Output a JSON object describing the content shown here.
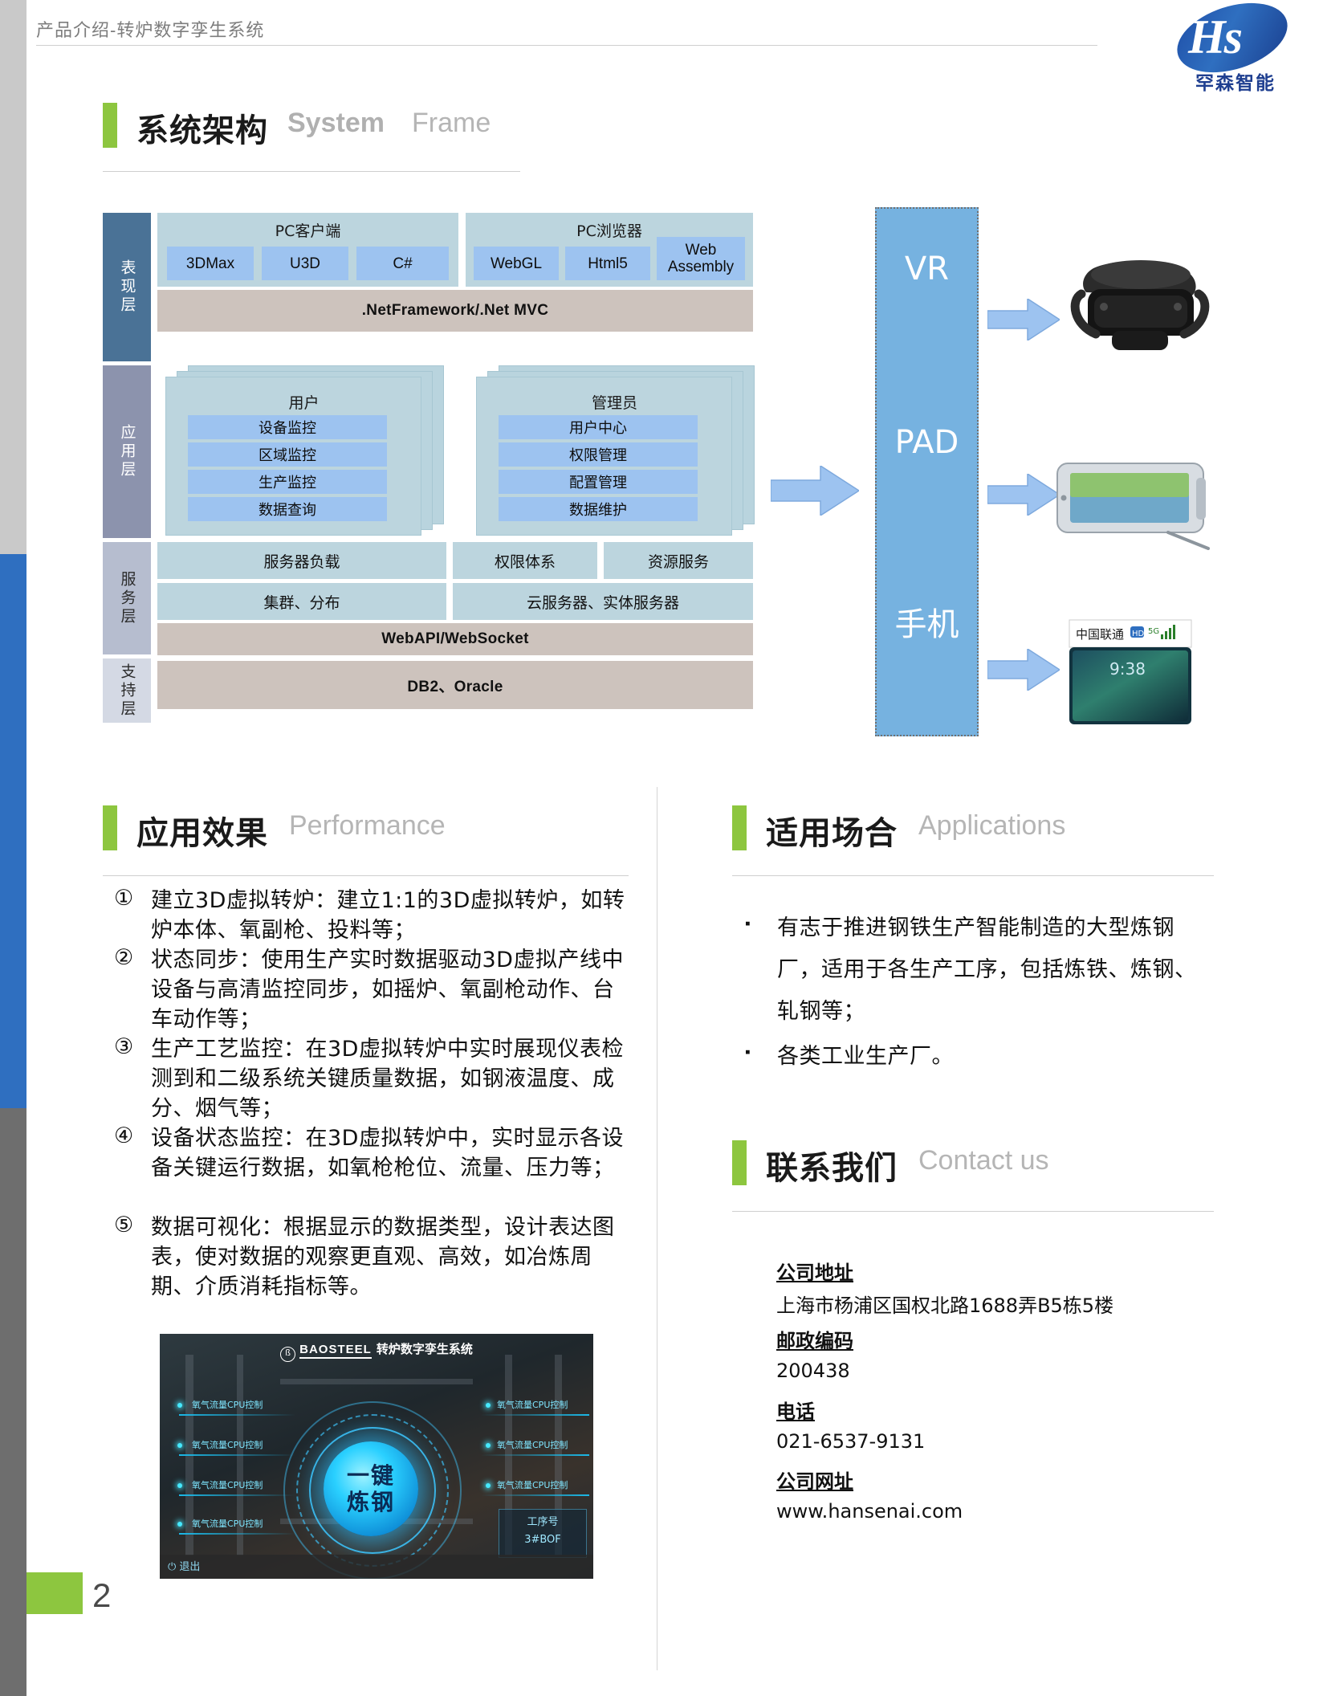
{
  "header": {
    "breadcrumb": "产品介绍-转炉数字孪生系统",
    "logo": {
      "mark": "Hs",
      "company_cn": "罕森智能"
    }
  },
  "sections": {
    "architecture": {
      "cn": "系统架构",
      "en_bold": "System",
      "en_light": "Frame"
    },
    "performance": {
      "cn": "应用效果",
      "en_light": "Performance"
    },
    "applications": {
      "cn": "适用场合",
      "en_light": "Applications"
    },
    "contact": {
      "cn": "联系我们",
      "en_light": "Contact us"
    }
  },
  "architecture": {
    "layers": [
      {
        "id": "presentation",
        "label": "表现层",
        "color": "#4a7296"
      },
      {
        "id": "application",
        "label": "应用层",
        "color": "#8c93ad"
      },
      {
        "id": "service",
        "label": "服务层",
        "color": "#b6bdcf"
      },
      {
        "id": "support",
        "label": "支持层",
        "color": "#d4d9e4"
      }
    ],
    "presentation": {
      "groups": [
        {
          "title": "PC客户端",
          "items": [
            "3DMax",
            "U3D",
            "C#"
          ]
        },
        {
          "title": "PC浏览器",
          "items": [
            "WebGL",
            "Html5",
            "Web Assembly"
          ]
        }
      ],
      "band": ".NetFramework/.Net MVC"
    },
    "application": {
      "stacks": [
        {
          "title": "用户",
          "items": [
            "设备监控",
            "区域监控",
            "生产监控",
            "数据查询"
          ]
        },
        {
          "title": "管理员",
          "items": [
            "用户中心",
            "权限管理",
            "配置管理",
            "数据维护"
          ]
        }
      ]
    },
    "service": {
      "cells": [
        "服务器负载",
        "权限体系",
        "资源服务",
        "集群、分布",
        "云服务器、实体服务器"
      ],
      "band": "WebAPI/WebSocket"
    },
    "support": {
      "band": "DB2、Oracle"
    },
    "devices": [
      {
        "label": "VR",
        "icon": "vr-headset-image"
      },
      {
        "label": "PAD",
        "icon": "tablet-image"
      },
      {
        "label": "手机",
        "icon": "smartphone-image"
      }
    ],
    "phone_status": {
      "carrier": "中国联通",
      "network": "5G",
      "time": "9:38"
    }
  },
  "performance_items": [
    {
      "num": "①",
      "text": "建立3D虚拟转炉：建立1:1的3D虚拟转炉，如转炉本体、氧副枪、投料等；"
    },
    {
      "num": "②",
      "text": "状态同步：使用生产实时数据驱动3D虚拟产线中设备与高清监控同步，如摇炉、氧副枪动作、台车动作等；"
    },
    {
      "num": "③",
      "text": "生产工艺监控：在3D虚拟转炉中实时展现仪表检测到和二级系统关键质量数据，如钢液温度、成分、烟气等；"
    },
    {
      "num": "④",
      "text": "设备状态监控：在3D虚拟转炉中，实时显示各设备关键运行数据，如氧枪枪位、流量、压力等；"
    },
    {
      "num": "⑤",
      "text": "数据可视化：根据显示的数据类型，设计表达图表，使对数据的观察更直观、高效，如冶炼周期、介质消耗指标等。"
    }
  ],
  "application_items": [
    {
      "mark": "▪",
      "text": "有志于推进钢铁生产智能制造的大型炼钢厂，适用于各生产工序，包括炼铁、炼钢、轧钢等；"
    },
    {
      "mark": "▪",
      "text": "各类工业生产厂。"
    }
  ],
  "contact": {
    "address_label": "公司地址",
    "address_value": "上海市杨浦区国权北路1688弄B5栋5楼",
    "zip_label": "邮政编码",
    "zip_value": "200438",
    "phone_label": "电话",
    "phone_value": "021-6537-9131",
    "website_label": "公司网址",
    "website_value": "www.hansenai.com"
  },
  "screenshot": {
    "brand": "BAOSTEEL",
    "title": "转炉数字孪生系统",
    "center_line1": "一键",
    "center_line2": "炼钢",
    "left_tags": [
      "氧气流量CPU控制",
      "氧气流量CPU控制",
      "氧气流量CPU控制",
      "氧气流量CPU控制"
    ],
    "right_tags": [
      "氧气流量CPU控制",
      "氧气流量CPU控制",
      "氧气流量CPU控制"
    ],
    "process_label": "工序号",
    "process_value": "3#BOF",
    "exit_label": "退出"
  },
  "footer": {
    "page_number": "2"
  },
  "colors": {
    "accent_green": "#8dc63f",
    "brand_blue": "#2f6fc0",
    "band_tan": "#cdc3bd"
  }
}
